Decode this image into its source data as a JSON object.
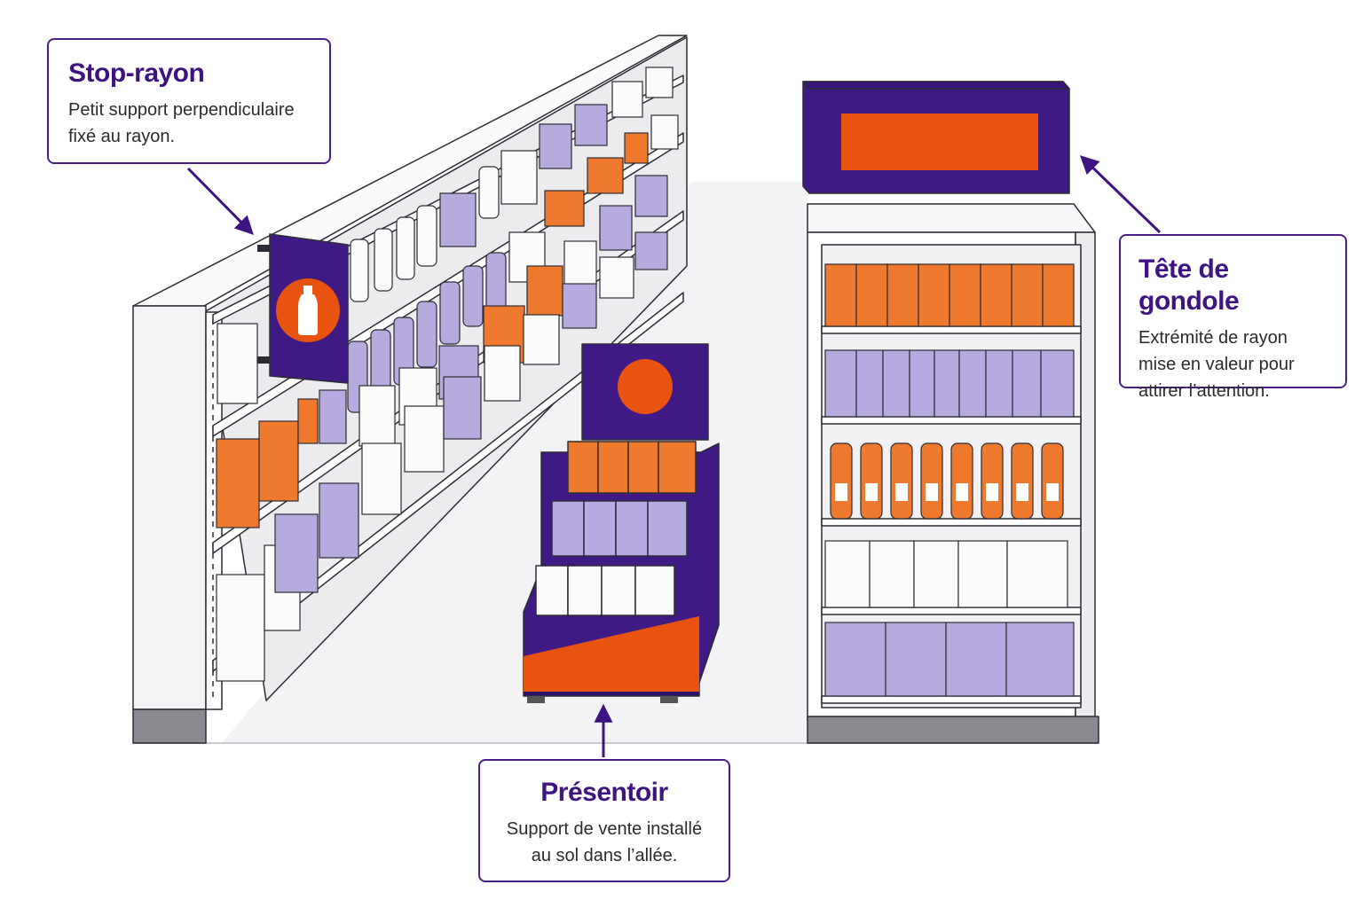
{
  "colors": {
    "purple": "#3f1a85",
    "orange": "#e8540f",
    "lavender": "#b3a6de",
    "white_product": "#f6f6f8",
    "outline": "#2c2c34"
  },
  "icons": {
    "stop_rayon": "bottle-icon",
    "presentoir": "circle-logo-icon",
    "arrows": "arrow-icon"
  },
  "callouts": {
    "stop_rayon": {
      "title": "Stop-rayon",
      "desc_line1": "Petit support perpendiculaire",
      "desc_line2": "fixé au rayon."
    },
    "tete_de_gondole": {
      "title": "Tête de gondole",
      "desc_line1": "Extrémité de rayon",
      "desc_line2": "mise en valeur pour",
      "desc_line3": "attirer l’attention."
    },
    "presentoir": {
      "title": "Présentoir",
      "desc_line1": "Support de vente installé",
      "desc_line2": "au sol dans l’allée."
    }
  }
}
